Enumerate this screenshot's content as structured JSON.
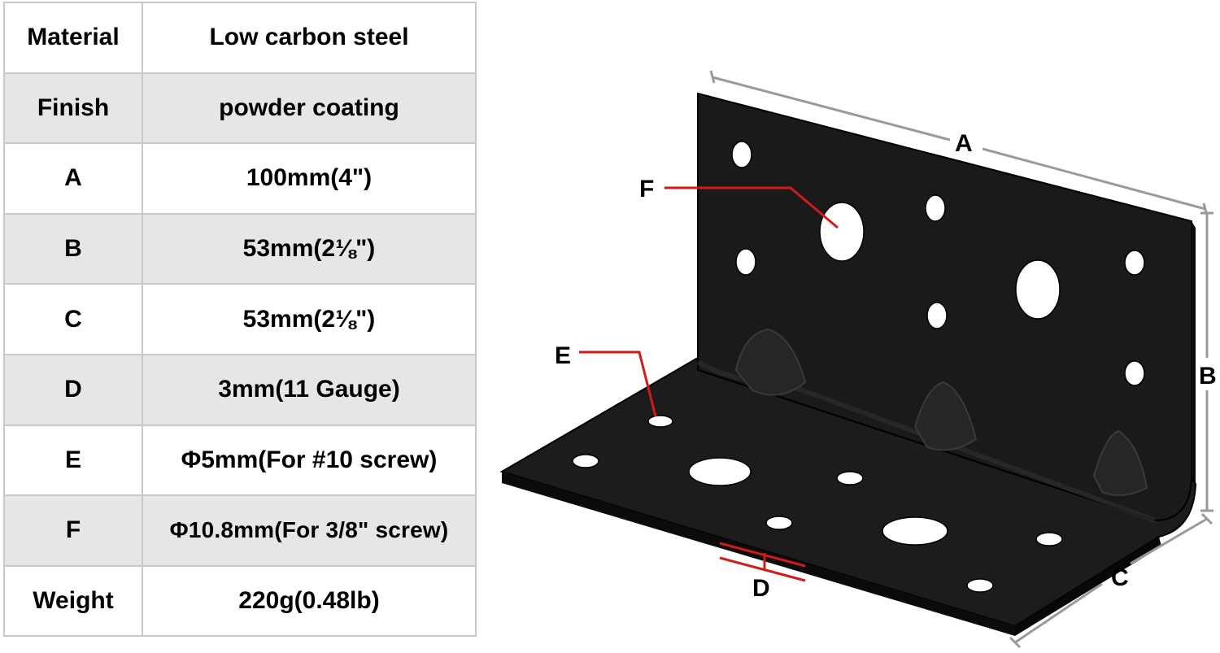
{
  "specs": [
    {
      "key": "Material",
      "value": "Low carbon steel"
    },
    {
      "key": "Finish",
      "value": "powder coating"
    },
    {
      "key": "A",
      "value": "100mm(4\")"
    },
    {
      "key": "B",
      "value": "53mm(2⅛\")"
    },
    {
      "key": "C",
      "value": "53mm(2⅛\")"
    },
    {
      "key": "D",
      "value": "3mm(11 Gauge)"
    },
    {
      "key": "E",
      "value": "Φ5mm(For #10 screw)"
    },
    {
      "key": "F",
      "value": "Φ10.8mm(For 3/8\" screw)"
    },
    {
      "key": "Weight",
      "value": "220g(0.48lb)"
    }
  ],
  "diagram": {
    "labels": {
      "a": "A",
      "b": "B",
      "c": "C",
      "d": "D",
      "e": "E",
      "f": "F"
    },
    "colors": {
      "bracket": "#111111",
      "dimension_line": "#9a9a9a",
      "callout": "#d11a1a"
    }
  }
}
